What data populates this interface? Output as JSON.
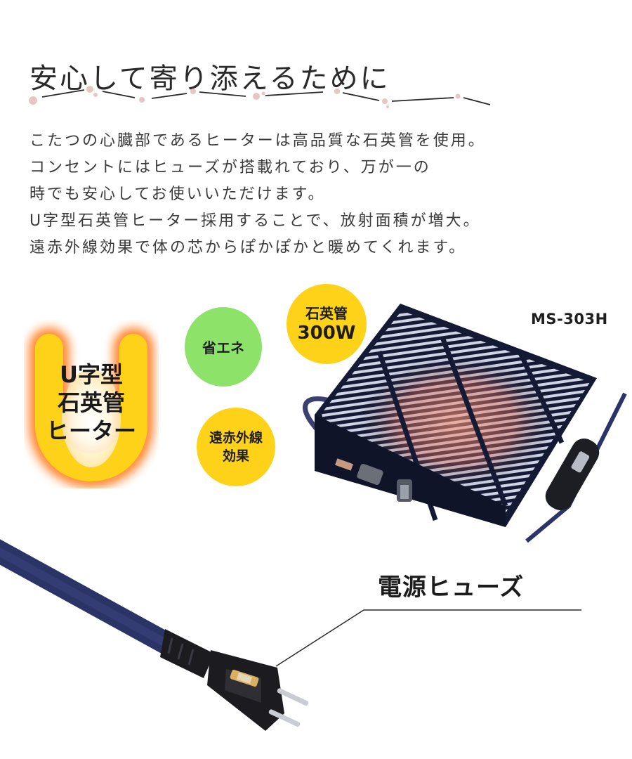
{
  "header": {
    "title": "安心して寄り添えるために"
  },
  "description": {
    "lines": [
      "こたつの心臓部であるヒーターは高品質な石英管を使用。",
      "コンセントにはヒューズが搭載れており、万が一の",
      "時でも安心してお使いいただけます。",
      "U字型石英管ヒーター採用することで、放射面積が増大。",
      "遠赤外線効果で体の芯からぽかぽかと暖めてくれます。"
    ]
  },
  "u_heater": {
    "lines": [
      "U字型",
      "石英管",
      "ヒーター"
    ],
    "colors": {
      "fill": "#ffd21a",
      "glow": "#ff7a1a"
    }
  },
  "badges": [
    {
      "lines": [
        "省エネ"
      ],
      "color": "#8de26a"
    },
    {
      "lines": [
        "石英管",
        "300W"
      ],
      "color": "#ffd21a"
    },
    {
      "lines": [
        "遠赤外線",
        "効果"
      ],
      "color": "#ffd21a"
    }
  ],
  "product": {
    "model": "MS-303H",
    "callout_label": "電源ヒューズ",
    "cage_color": "#141a33",
    "cord_color": "#2b3466"
  },
  "divider": {
    "dot_color": "#e8c4c4",
    "line_color": "#2a2a2a"
  }
}
